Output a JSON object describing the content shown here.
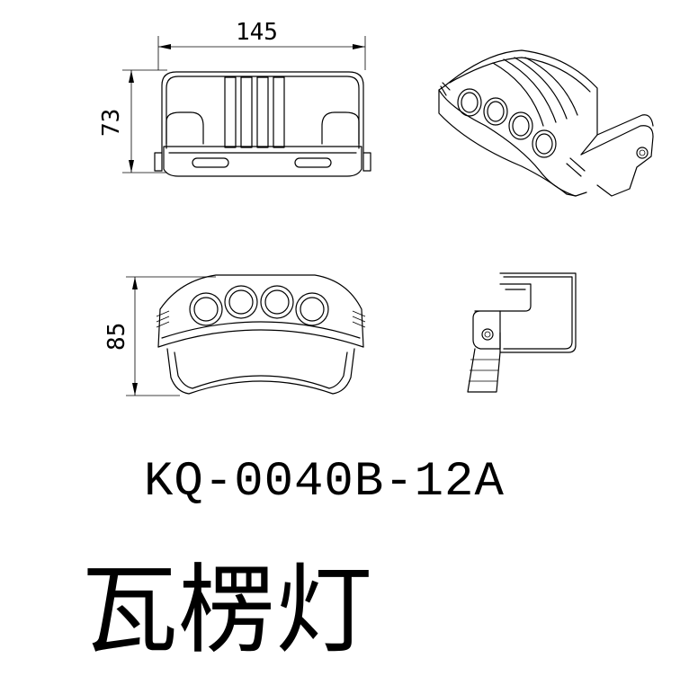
{
  "dimensions": {
    "width_label": "145",
    "height_label_top": "73",
    "height_label_bottom": "85"
  },
  "part_code": "KQ-0040B-12A",
  "product_name": "瓦楞灯"
}
